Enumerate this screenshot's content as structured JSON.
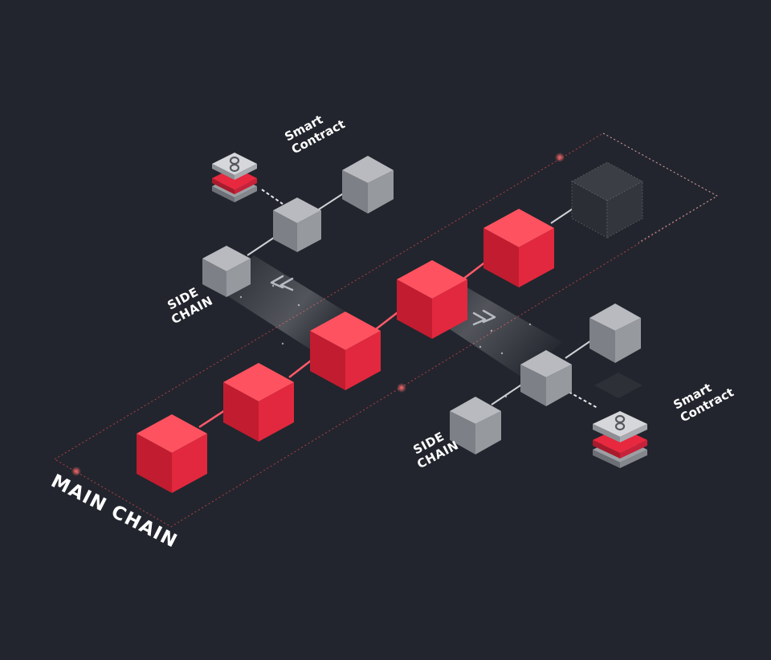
{
  "labels": {
    "main_chain": "MAIN CHAIN",
    "side_chain_line1": "SIDE",
    "side_chain_line2": "CHAIN",
    "smart_contract_line1": "Smart",
    "smart_contract_line2": "Contract"
  },
  "colors": {
    "background": "#22252d",
    "main_block": "#e8283e",
    "side_block": "#8e9196",
    "pending_block": "#34373d",
    "boundary": "#e8495a",
    "link": "#ff5a6a"
  },
  "icons": {
    "arrows_to_main": "double-chevron-left-icon",
    "arrows_to_side": "double-chevron-right-icon",
    "smart_contract": "chain-link-icon"
  }
}
